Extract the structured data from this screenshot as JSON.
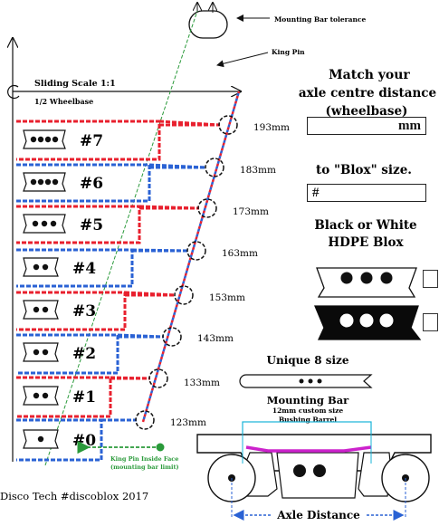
{
  "tolerance_label": "Mounting Bar tolerance",
  "king_pin_label": "King Pin",
  "scale_label": "Sliding Scale 1:1",
  "half_wheelbase_label": "1/2 Wheelbase",
  "blox": [
    {
      "label": "#0",
      "dots": 1,
      "mm": "123mm"
    },
    {
      "label": "#1",
      "dots": 2,
      "mm": "133mm"
    },
    {
      "label": "#2",
      "dots": 2,
      "mm": "143mm"
    },
    {
      "label": "#3",
      "dots": 2,
      "mm": "153mm"
    },
    {
      "label": "#4",
      "dots": 2,
      "mm": "163mm"
    },
    {
      "label": "#5",
      "dots": 3,
      "mm": "173mm"
    },
    {
      "label": "#6",
      "dots": 4,
      "mm": "183mm"
    },
    {
      "label": "#7",
      "dots": 4,
      "mm": "193mm"
    }
  ],
  "heading_line1": "Match your",
  "heading_line2": "axle centre distance",
  "heading_line3": "(wheelbase)",
  "mm_field_value": "mm",
  "to_blox_label": "to \"Blox\" size.",
  "blox_field_value": "#",
  "material_line1": "Black or White",
  "material_line2": "HDPE Blox",
  "unique_label": "Unique  8 size",
  "mounting_bar_label": "Mounting Bar",
  "custom_size_line1": "12mm custom size",
  "custom_size_line2": "Bushing Barrel",
  "king_pin_face_line1": "King Pin Inside Face",
  "king_pin_face_line2": "(mounting bar limit)",
  "footer": "Disco Tech #discoblox 2017",
  "axle_distance_label": "Axle Distance",
  "colors": {
    "red": "#e8202e",
    "blue": "#2a62d4",
    "green": "#2a9a3a",
    "magenta": "#cc22cc",
    "cyan": "#19b4d8"
  }
}
